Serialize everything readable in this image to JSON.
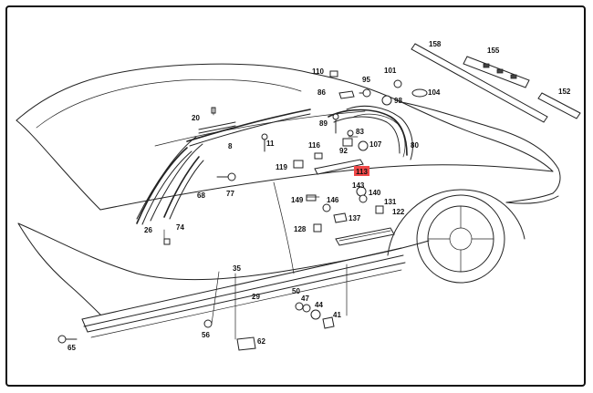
{
  "diagram": {
    "highlighted_part": "113",
    "highlight_color": "#f04848",
    "line_color": "#222222",
    "callouts": {
      "p158": "158",
      "p155": "155",
      "p152": "152",
      "p110": "110",
      "p95": "95",
      "p101": "101",
      "p86": "86",
      "p98": "98",
      "p104": "104",
      "p20": "20",
      "p89": "89",
      "p83": "83",
      "p8": "8",
      "p11": "11",
      "p116": "116",
      "p92": "92",
      "p107": "107",
      "p80": "80",
      "p119": "119",
      "p113": "113",
      "p143": "143",
      "p77": "77",
      "p68": "68",
      "p149": "149",
      "p146": "146",
      "p140": "140",
      "p131": "131",
      "p122": "122",
      "p137": "137",
      "p26": "26",
      "p74": "74",
      "p128": "128",
      "p35": "35",
      "p29": "29",
      "p50": "50",
      "p47": "47",
      "p44": "44",
      "p41": "41",
      "p56": "56",
      "p62": "62",
      "p65": "65"
    }
  }
}
